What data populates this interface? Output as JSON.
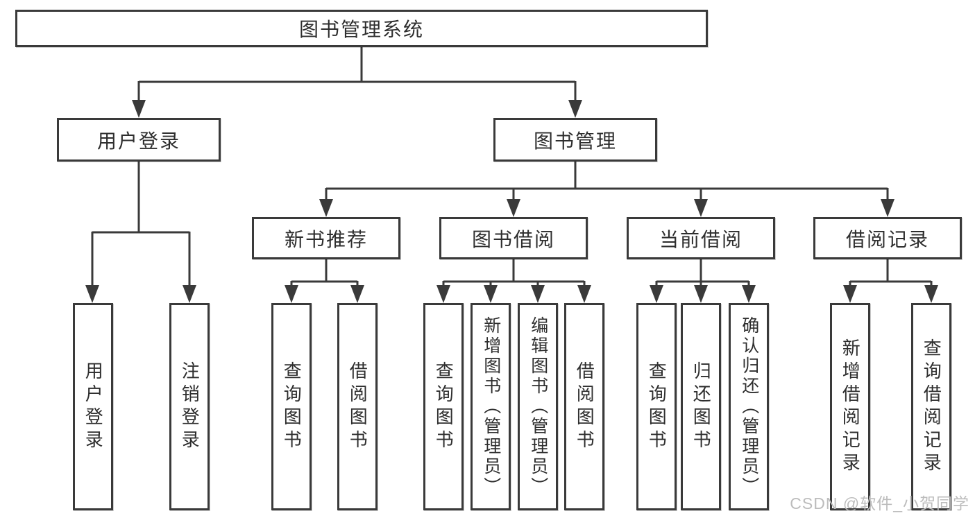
{
  "diagram": {
    "type": "hierarchy-structure-diagram",
    "colors": {
      "border": "#3a3a3a",
      "line": "#3a3a3a",
      "text": "#2e2e2e",
      "background": "#ffffff",
      "watermark": "#bcbcbc"
    },
    "nodes": {
      "root": {
        "label": "图书管理系统"
      },
      "level2": [
        {
          "label": "用户登录"
        },
        {
          "label": "图书管理"
        }
      ],
      "level3": [
        {
          "label": "新书推荐"
        },
        {
          "label": "图书借阅"
        },
        {
          "label": "当前借阅"
        },
        {
          "label": "借阅记录"
        }
      ],
      "leaves": [
        {
          "label": "用户登录",
          "parent": "用户登录"
        },
        {
          "label": "注销登录",
          "parent": "用户登录"
        },
        {
          "label": "查询图书",
          "parent": "新书推荐"
        },
        {
          "label": "借阅图书",
          "parent": "新书推荐"
        },
        {
          "label": "查询图书",
          "parent": "图书借阅"
        },
        {
          "label": "新增图书（管理员）",
          "parent": "图书借阅"
        },
        {
          "label": "编辑图书（管理员）",
          "parent": "图书借阅"
        },
        {
          "label": "借阅图书",
          "parent": "图书借阅"
        },
        {
          "label": "查询图书",
          "parent": "当前借阅"
        },
        {
          "label": "归还图书",
          "parent": "当前借阅"
        },
        {
          "label": "确认归还（管理员）",
          "parent": "当前借阅"
        },
        {
          "label": "新增借阅记录",
          "parent": "借阅记录"
        },
        {
          "label": "查询借阅记录",
          "parent": "借阅记录"
        }
      ]
    },
    "watermark": {
      "text": "CSDN @软件_小贺同学"
    }
  }
}
